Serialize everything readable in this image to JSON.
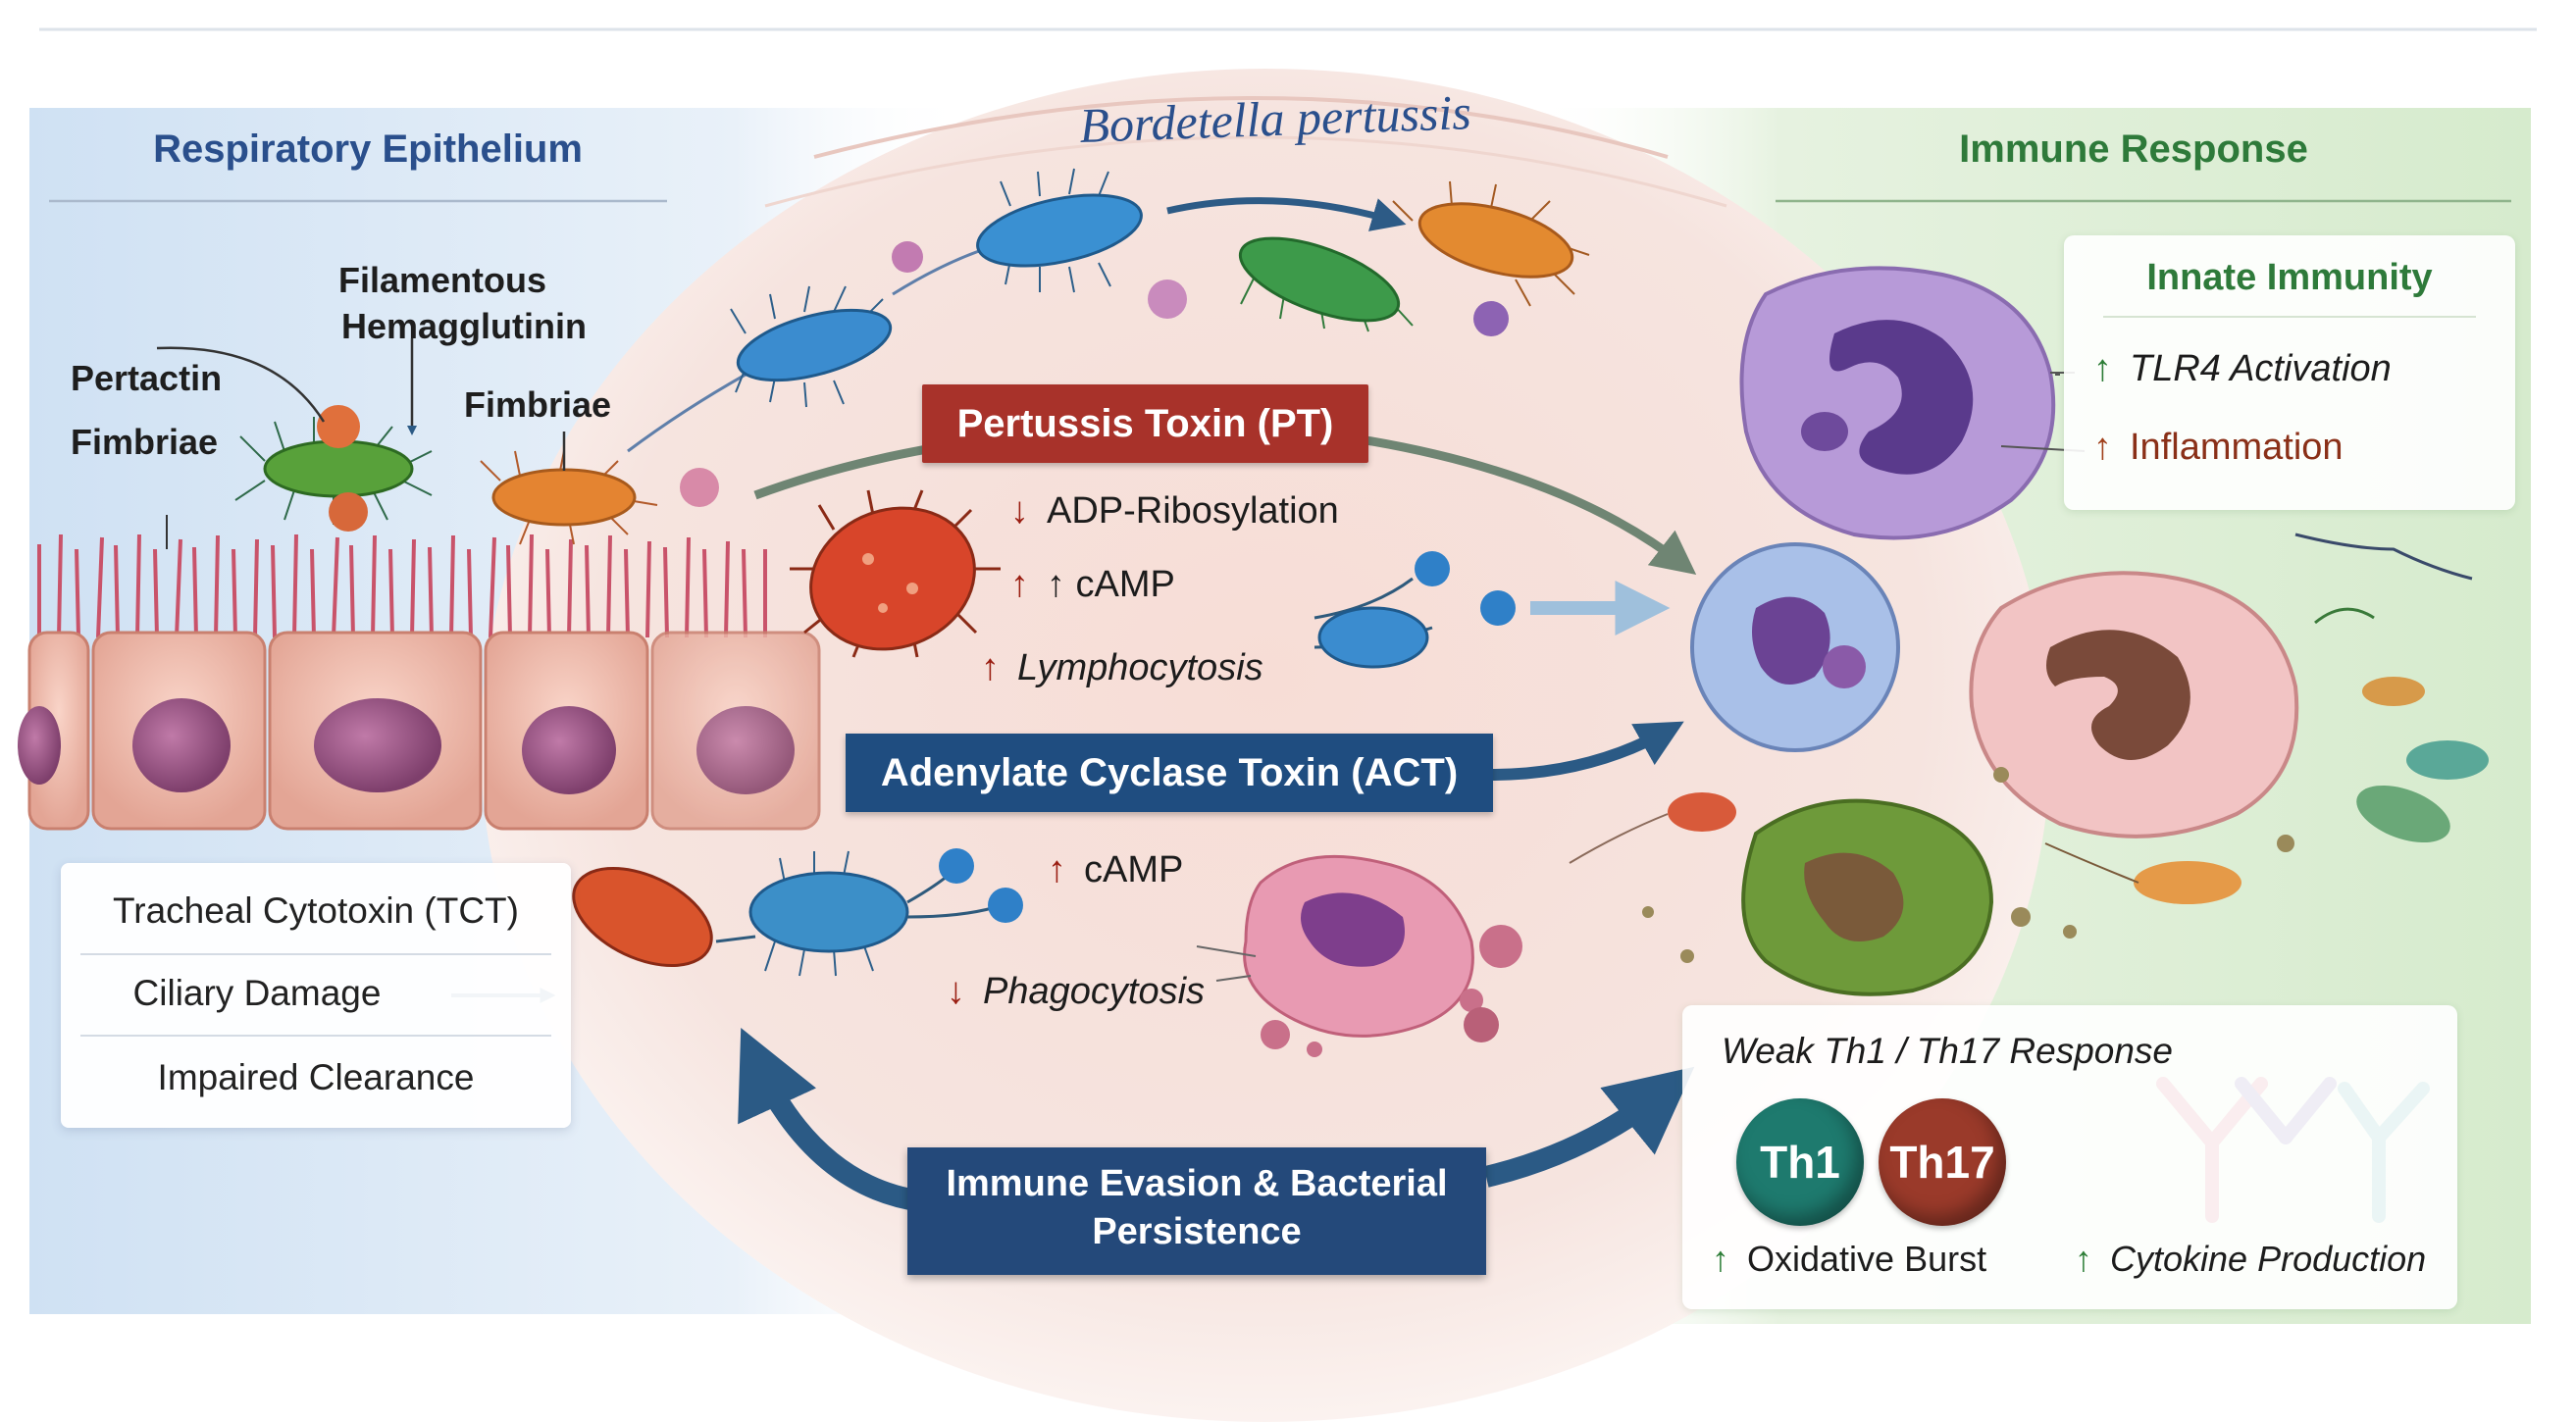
{
  "left_header": "Respiratory Epithelium",
  "center_title": "Bordetella pertussis",
  "right_header": "Immune Response",
  "adhesins": {
    "filamentous_line1": "Filamentous",
    "filamentous_line2": "Hemagglutinin",
    "pertactin": "Pertactin",
    "fimbriae_left": "Fimbriae",
    "fimbriae_right": "Fimbriae"
  },
  "pertussis_toxin": {
    "label": "Pertussis Toxin (PT)",
    "effects": [
      {
        "arrow": "↓",
        "text": "ADP-Ribosylation"
      },
      {
        "arrow": "↑",
        "text": "↑ cAMP"
      },
      {
        "arrow": "↑",
        "text": "Lymphocytosis"
      }
    ]
  },
  "adenylate_cyclase_toxin": {
    "label": "Adenylate Cyclase Toxin (ACT)",
    "effects": [
      {
        "arrow": "↑",
        "text": "cAMP"
      },
      {
        "arrow": "↓",
        "text": "Phagocytosis"
      }
    ]
  },
  "tct_panel": {
    "title": "Tracheal Cytotoxin (TCT)",
    "row2": "Ciliary Damage",
    "row3": "Impaired Clearance"
  },
  "evasion_box": {
    "line1": "Immune Evasion & Bacterial",
    "line2": "Persistence"
  },
  "innate": {
    "title": "Innate Immunity",
    "items": [
      {
        "arrow": "↑",
        "text": "TLR4 Activation"
      },
      {
        "arrow": "↑",
        "text": "Inflammation"
      }
    ]
  },
  "adaptive": {
    "title": "Weak Th1 / Th17 Response",
    "th1": "Th1",
    "th17": "Th17",
    "items": [
      {
        "arrow": "↑",
        "text": "Oxidative Burst"
      },
      {
        "arrow": "↑",
        "text": "Cytokine Production"
      }
    ]
  },
  "colors": {
    "toxin_red": "#a8322a",
    "act_blue": "#1f4d80",
    "evasion_navy": "#24497a",
    "immune_green": "#2e7a3a",
    "epithelium_blue": "#2a4f8c"
  }
}
